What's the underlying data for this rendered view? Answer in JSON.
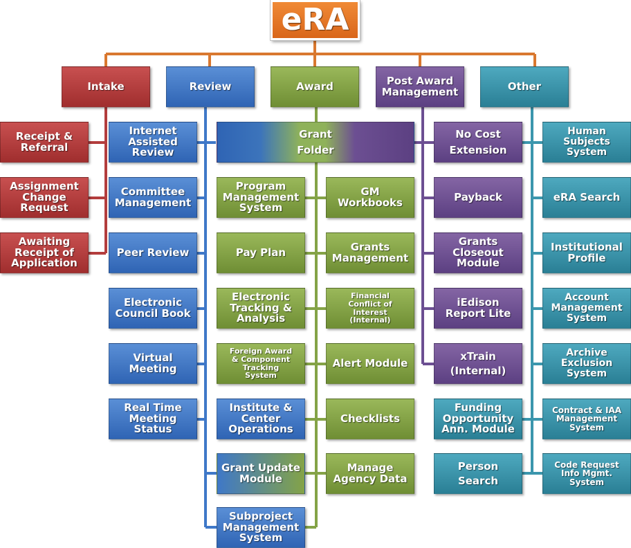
{
  "title": "eRA",
  "categories": {
    "intake": "Intake",
    "review": "Review",
    "award": "Award",
    "post_award": "Post Award\nManagement",
    "other": "Other"
  },
  "intake_items": [
    "Receipt &\nReferral",
    "Assignment\nChange\nRequest",
    "Awaiting\nReceipt of\nApplication"
  ],
  "review_items": [
    "Internet\nAssisted\nReview",
    "Committee\nManagement",
    "Peer Review",
    "Electronic\nCouncil Book",
    "Virtual\nMeeting",
    "Real Time\nMeeting\nStatus"
  ],
  "grant_folder": "Grant\nFolder",
  "award_left": [
    "Program\nManagement\nSystem",
    "Pay Plan",
    "Electronic\nTracking &\nAnalysis",
    "Foreign Award\n& Component\nTracking\nSystem",
    "Institute &\nCenter\nOperations",
    "Grant Update\nModule",
    "Subproject\nManagement\nSystem"
  ],
  "award_right": [
    "GM\nWorkbooks",
    "Grants\nManagement",
    "Financial\nConflict of\nInterest\n(Internal)",
    "Alert Module",
    "Checklists",
    "Manage\nAgency Data"
  ],
  "post_award_items": [
    "No Cost\nExtension",
    "Payback",
    "Grants\nCloseout\nModule",
    "iEdison\nReport Lite",
    "xTrain\n(Internal)",
    "Funding\nOpportunity\nAnn. Module",
    "Person\nSearch"
  ],
  "other_items": [
    "Human\nSubjects\nSystem",
    "eRA Search",
    "Institutional\nProfile",
    "Account\nManagement\nSystem",
    "Archive\nExclusion\nSystem",
    "Contract & IAA\nManagement\nSystem",
    "Code Request\nInfo Mgmt.\nSystem"
  ],
  "colors": {
    "root": "#e8782a",
    "intake": "#b33d3d",
    "review": "#3f78c8",
    "award": "#84a347",
    "post_award": "#6c4f92",
    "other": "#3b96ad",
    "connector_orange": "#d9782f"
  }
}
